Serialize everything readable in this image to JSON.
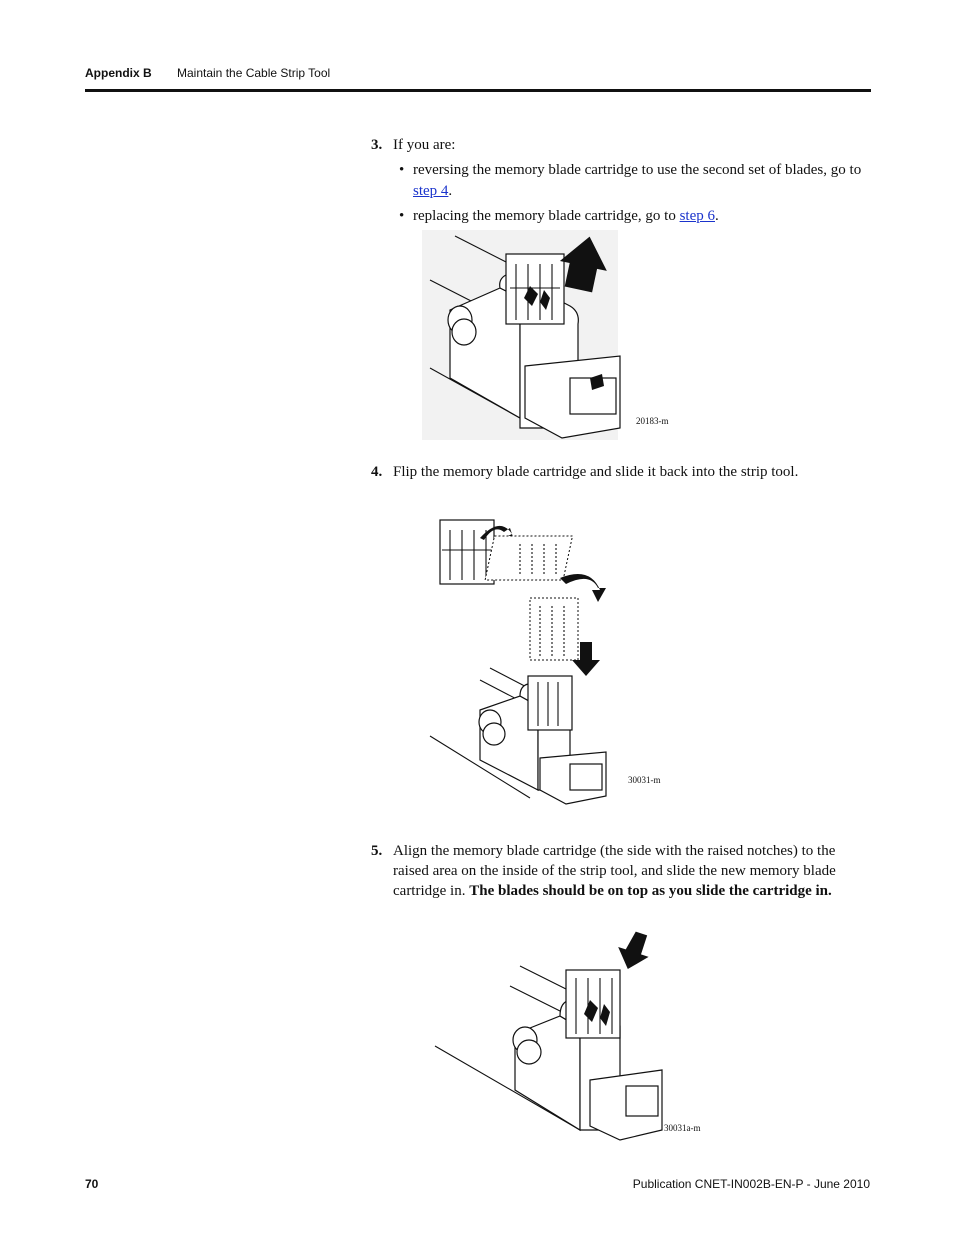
{
  "header": {
    "app": "Appendix B",
    "section": "Maintain the Cable Strip Tool"
  },
  "steps": [
    {
      "number": "3.",
      "text": "If you are:",
      "bullets": [
        {
          "before": "reversing the memory blade cartridge to use the second set of blades, go to ",
          "link": "step 4",
          "after": "."
        },
        {
          "before": "replacing the memory blade cartridge, go to ",
          "link": "step 6",
          "after": "."
        }
      ]
    },
    {
      "number": "4.",
      "text": "Flip the memory blade cartridge and slide it back into the strip tool."
    },
    {
      "number": "5.",
      "text": "Align the memory blade cartridge (the side with the raised notches) to the raised area on the inside of the strip tool, and slide the new memory blade cartridge in. ",
      "bold": "The blades should be on top as you slide the cartridge in."
    }
  ],
  "figures": [
    {
      "id": "20183-m"
    },
    {
      "id": "30031-m"
    },
    {
      "id": "30031a-m"
    }
  ],
  "footer": {
    "page": "70",
    "publication": "Publication CNET-IN002B-EN-P - June 2010"
  }
}
